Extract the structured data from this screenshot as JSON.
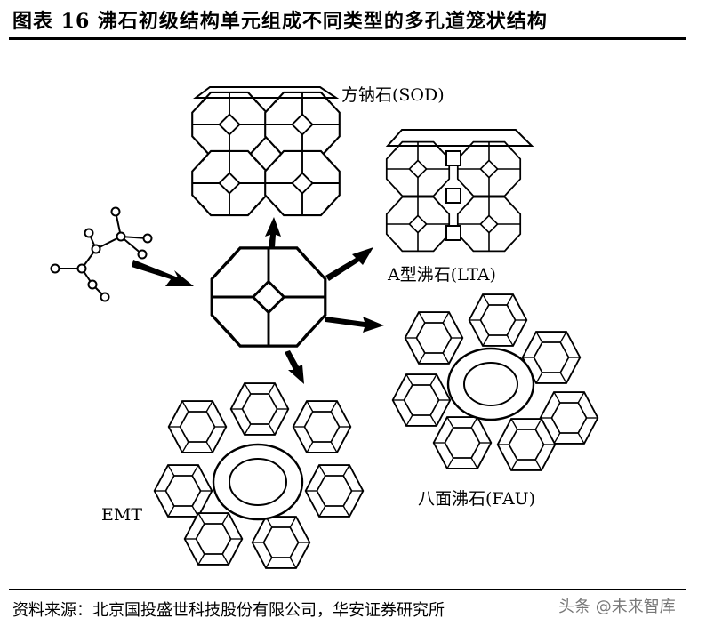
{
  "header": {
    "title": "图表 16 沸石初级结构单元组成不同类型的多孔道笼状结构"
  },
  "labels": {
    "sod": "方钠石(SOD)",
    "lta": "A型沸石(LTA)",
    "fau": "八面沸石(FAU)",
    "emt": "EMT"
  },
  "footer": {
    "source": "资料来源：北京国投盛世科技股份有限公司，华安证券研究所",
    "watermark": "头条 @未来智库"
  }
}
